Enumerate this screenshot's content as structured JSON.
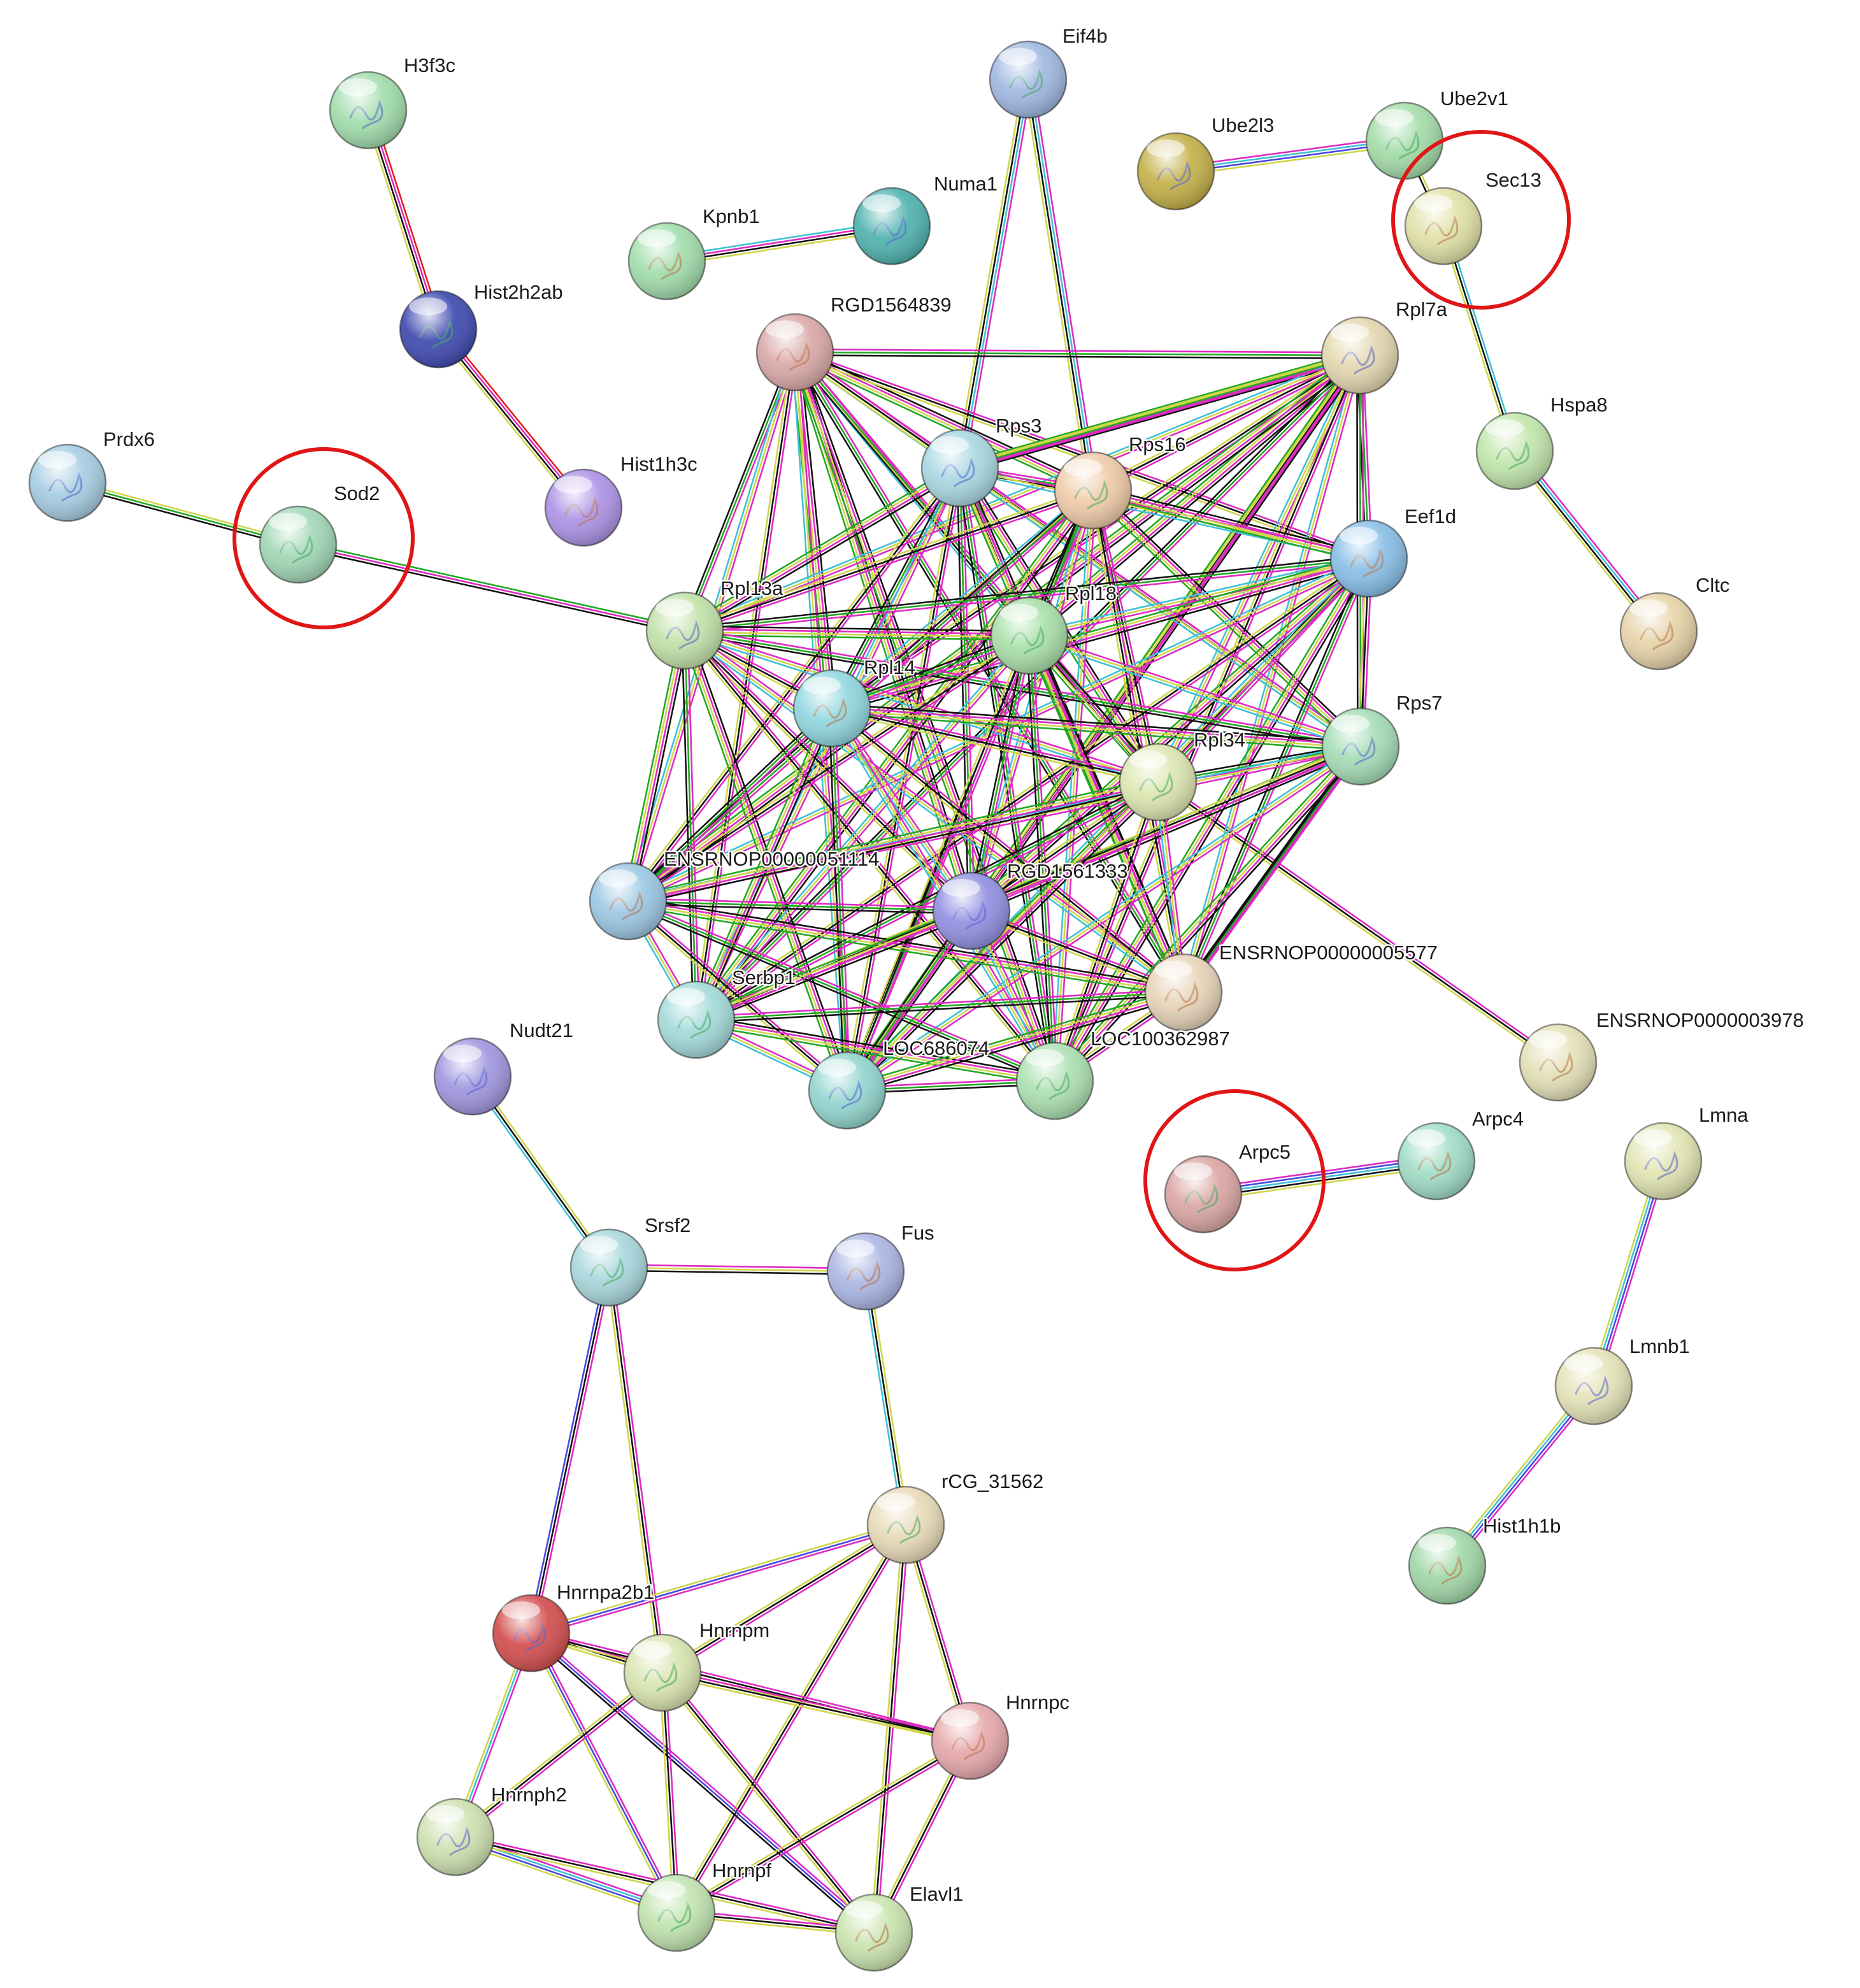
{
  "edge_colors": [
    "#df2ac4",
    "#111111",
    "#3ec1d6",
    "#cfd64a",
    "#4747e0",
    "#22a822",
    "#e02020"
  ],
  "nodes": [
    {
      "id": "H3f3c",
      "label": "H3f3c",
      "color": "#9fdcaa"
    },
    {
      "id": "Hist2h2ab",
      "label": "Hist2h2ab",
      "color": "#3a46ae"
    },
    {
      "id": "Hist1h3c",
      "label": "Hist1h3c",
      "color": "#ab90e6"
    },
    {
      "id": "Prdx6",
      "label": "Prdx6",
      "color": "#a4cce2"
    },
    {
      "id": "Sod2",
      "label": "Sod2",
      "color": "#9fd6b4"
    },
    {
      "id": "Kpnb1",
      "label": "Kpnb1",
      "color": "#9fdcaa"
    },
    {
      "id": "Numa1",
      "label": "Numa1",
      "color": "#4bb1ad"
    },
    {
      "id": "Eif4b",
      "label": "Eif4b",
      "color": "#9db6e0"
    },
    {
      "id": "RGD1564839",
      "label": "RGD1564839",
      "color": "#d9a6a6"
    },
    {
      "id": "Ube2l3",
      "label": "Ube2l3",
      "color": "#c2ae44"
    },
    {
      "id": "Ube2v1",
      "label": "Ube2v1",
      "color": "#a1dba6"
    },
    {
      "id": "Sec13",
      "label": "Sec13",
      "color": "#dfe0a4"
    },
    {
      "id": "Rpl7a",
      "label": "Rpl7a",
      "color": "#e3d6ad"
    },
    {
      "id": "Hspa8",
      "label": "Hspa8",
      "color": "#bfe5a9"
    },
    {
      "id": "Cltc",
      "label": "Cltc",
      "color": "#e6d2a6"
    },
    {
      "id": "Rps3",
      "label": "Rps3",
      "color": "#a6d6e1"
    },
    {
      "id": "Rps16",
      "label": "Rps16",
      "color": "#efc9a6"
    },
    {
      "id": "Eef1d",
      "label": "Eef1d",
      "color": "#85bde6"
    },
    {
      "id": "Rpl13a",
      "label": "Rpl13a",
      "color": "#c0e1a6"
    },
    {
      "id": "Rpl18",
      "label": "Rpl18",
      "color": "#a6dea6"
    },
    {
      "id": "Rpl14",
      "label": "Rpl14",
      "color": "#8ed6df"
    },
    {
      "id": "Rps7",
      "label": "Rps7",
      "color": "#a2dbb4"
    },
    {
      "id": "Rpl34",
      "label": "Rpl34",
      "color": "#dce6ae"
    },
    {
      "id": "ENSRNOP00000051114",
      "label": "ENSRNOP00000051114",
      "color": "#99c6e3"
    },
    {
      "id": "RGD1561333",
      "label": "RGD1561333",
      "color": "#8f8ce0"
    },
    {
      "id": "Serbp1",
      "label": "Serbp1",
      "color": "#a2d9d9"
    },
    {
      "id": "ENSRNOP00000005577",
      "label": "ENSRNOP00000005577",
      "color": "#e6d2b6"
    },
    {
      "id": "LOC686074",
      "label": "LOC686074",
      "color": "#90d4cd"
    },
    {
      "id": "LOC100362987",
      "label": "LOC100362987",
      "color": "#a9dfae"
    },
    {
      "id": "ENSRNOP0000003978",
      "label": "ENSRNOP0000003978",
      "color": "#e3e0b6"
    },
    {
      "id": "Nudt21",
      "label": "Nudt21",
      "color": "#9d94de"
    },
    {
      "id": "Arpc5",
      "label": "Arpc5",
      "color": "#d9a3a1"
    },
    {
      "id": "Arpc4",
      "label": "Arpc4",
      "color": "#9edcc4"
    },
    {
      "id": "Lmna",
      "label": "Lmna",
      "color": "#e0e4b0"
    },
    {
      "id": "Srsf2",
      "label": "Srsf2",
      "color": "#a6d6dc"
    },
    {
      "id": "Fus",
      "label": "Fus",
      "color": "#a9b4e3"
    },
    {
      "id": "Lmnb1",
      "label": "Lmnb1",
      "color": "#e3e2b6"
    },
    {
      "id": "rCG_31562",
      "label": "rCG_31562",
      "color": "#e8d9b6"
    },
    {
      "id": "Hist1h1b",
      "label": "Hist1h1b",
      "color": "#9fd6a6"
    },
    {
      "id": "Hnrnpa2b1",
      "label": "Hnrnpa2b1",
      "color": "#d24a4a"
    },
    {
      "id": "Hnrnpm",
      "label": "Hnrnpm",
      "color": "#d8e4ae"
    },
    {
      "id": "Hnrnpc",
      "label": "Hnrnpc",
      "color": "#e6a6aa"
    },
    {
      "id": "Hnrnph2",
      "label": "Hnrnph2",
      "color": "#cde0ae"
    },
    {
      "id": "Hnrnpf",
      "label": "Hnrnpf",
      "color": "#bfe3ad"
    },
    {
      "id": "Elavl1",
      "label": "Elavl1",
      "color": "#c9e3ad"
    }
  ],
  "edges": [
    {
      "s": "H3f3c",
      "t": "Hist2h2ab",
      "c": [
        6,
        0,
        1,
        3
      ]
    },
    {
      "s": "Hist2h2ab",
      "t": "Hist1h3c",
      "c": [
        6,
        0,
        1,
        3
      ]
    },
    {
      "s": "Prdx6",
      "t": "Sod2",
      "c": [
        3,
        5,
        1
      ]
    },
    {
      "s": "Sod2",
      "t": "Rpl13a",
      "c": [
        5,
        0,
        1
      ]
    },
    {
      "s": "Kpnb1",
      "t": "Numa1",
      "c": [
        2,
        0,
        1,
        3
      ]
    },
    {
      "s": "Ube2l3",
      "t": "Ube2v1",
      "c": [
        0,
        2,
        4,
        3
      ]
    },
    {
      "s": "Ube2v1",
      "t": "Sec13",
      "c": [
        3,
        1
      ]
    },
    {
      "s": "Sec13",
      "t": "Hspa8",
      "c": [
        2,
        1,
        3
      ]
    },
    {
      "s": "Hspa8",
      "t": "Cltc",
      "c": [
        0,
        2,
        1,
        3
      ]
    },
    {
      "s": "Eif4b",
      "t": "Rps3",
      "c": [
        0,
        2,
        1,
        3
      ]
    },
    {
      "s": "Eif4b",
      "t": "Rps16",
      "c": [
        0,
        2,
        1,
        3
      ]
    },
    {
      "s": "Arpc5",
      "t": "Arpc4",
      "c": [
        0,
        4,
        2,
        1,
        3
      ]
    },
    {
      "s": "Lmna",
      "t": "Lmnb1",
      "c": [
        0,
        4,
        2,
        3
      ]
    },
    {
      "s": "Lmnb1",
      "t": "Hist1h1b",
      "c": [
        0,
        4,
        2,
        3
      ]
    },
    {
      "s": "Nudt21",
      "t": "Srsf2",
      "c": [
        3,
        1,
        2
      ]
    },
    {
      "s": "Srsf2",
      "t": "Fus",
      "c": [
        0,
        3,
        1
      ]
    },
    {
      "s": "Fus",
      "t": "rCG_31562",
      "c": [
        3,
        1,
        2
      ]
    },
    {
      "s": "Srsf2",
      "t": "Hnrnpa2b1",
      "c": [
        0,
        1,
        4
      ]
    },
    {
      "s": "Srsf2",
      "t": "Hnrnpm",
      "c": [
        0,
        1,
        3
      ]
    },
    {
      "s": "rCG_31562",
      "t": "Hnrnpa2b1",
      "c": [
        0,
        4,
        3
      ]
    },
    {
      "s": "rCG_31562",
      "t": "Hnrnpm",
      "c": [
        0,
        1,
        3
      ]
    },
    {
      "s": "rCG_31562",
      "t": "Hnrnpc",
      "c": [
        0,
        1,
        3
      ]
    },
    {
      "s": "rCG_31562",
      "t": "Hnrnpf",
      "c": [
        0,
        1,
        3
      ]
    },
    {
      "s": "rCG_31562",
      "t": "Elavl1",
      "c": [
        0,
        1,
        3
      ]
    },
    {
      "s": "Hnrnpa2b1",
      "t": "Hnrnpm",
      "c": [
        0,
        1,
        3
      ]
    },
    {
      "s": "Hnrnpa2b1",
      "t": "Hnrnpc",
      "c": [
        0,
        1,
        3
      ]
    },
    {
      "s": "Hnrnpa2b1",
      "t": "Hnrnph2",
      "c": [
        0,
        2,
        3
      ]
    },
    {
      "s": "Hnrnpa2b1",
      "t": "Hnrnpf",
      "c": [
        0,
        4,
        3
      ]
    },
    {
      "s": "Hnrnpa2b1",
      "t": "Elavl1",
      "c": [
        0,
        4,
        1
      ]
    },
    {
      "s": "Hnrnpm",
      "t": "Hnrnpc",
      "c": [
        0,
        1,
        3
      ]
    },
    {
      "s": "Hnrnpm",
      "t": "Hnrnph2",
      "c": [
        0,
        1,
        3
      ]
    },
    {
      "s": "Hnrnpm",
      "t": "Hnrnpf",
      "c": [
        0,
        1,
        3
      ]
    },
    {
      "s": "Hnrnpm",
      "t": "Elavl1",
      "c": [
        0,
        1,
        3
      ]
    },
    {
      "s": "Hnrnpc",
      "t": "Hnrnpf",
      "c": [
        0,
        1,
        3
      ]
    },
    {
      "s": "Hnrnpc",
      "t": "Elavl1",
      "c": [
        0,
        1,
        3
      ]
    },
    {
      "s": "Hnrnph2",
      "t": "Hnrnpf",
      "c": [
        0,
        2,
        4,
        3
      ]
    },
    {
      "s": "Hnrnph2",
      "t": "Elavl1",
      "c": [
        0,
        1,
        3
      ]
    },
    {
      "s": "Hnrnpf",
      "t": "Elavl1",
      "c": [
        0,
        1,
        3
      ]
    },
    {
      "s": "Rpl34",
      "t": "ENSRNOP0000003978",
      "c": [
        0,
        1,
        3
      ]
    },
    {
      "s": "Rps7",
      "t": "ENSRNOP00000005577",
      "c": [
        0,
        1
      ]
    }
  ],
  "ribosome_cluster": [
    "RGD1564839",
    "Rpl7a",
    "Rps3",
    "Rps16",
    "Eef1d",
    "Rpl13a",
    "Rpl18",
    "Rpl14",
    "Rps7",
    "Rpl34",
    "ENSRNOP00000051114",
    "RGD1561333",
    "Serbp1",
    "ENSRNOP00000005577",
    "LOC686074",
    "LOC100362987"
  ],
  "ribosome_edge_colors": [
    [
      0,
      1,
      3
    ],
    [
      0,
      5,
      1
    ],
    [
      0,
      3,
      2
    ],
    [
      1,
      0,
      3,
      5
    ]
  ],
  "highlighted": [
    "Sod2",
    "Sec13",
    "Arpc5"
  ],
  "highlight_color": "#e01616"
}
